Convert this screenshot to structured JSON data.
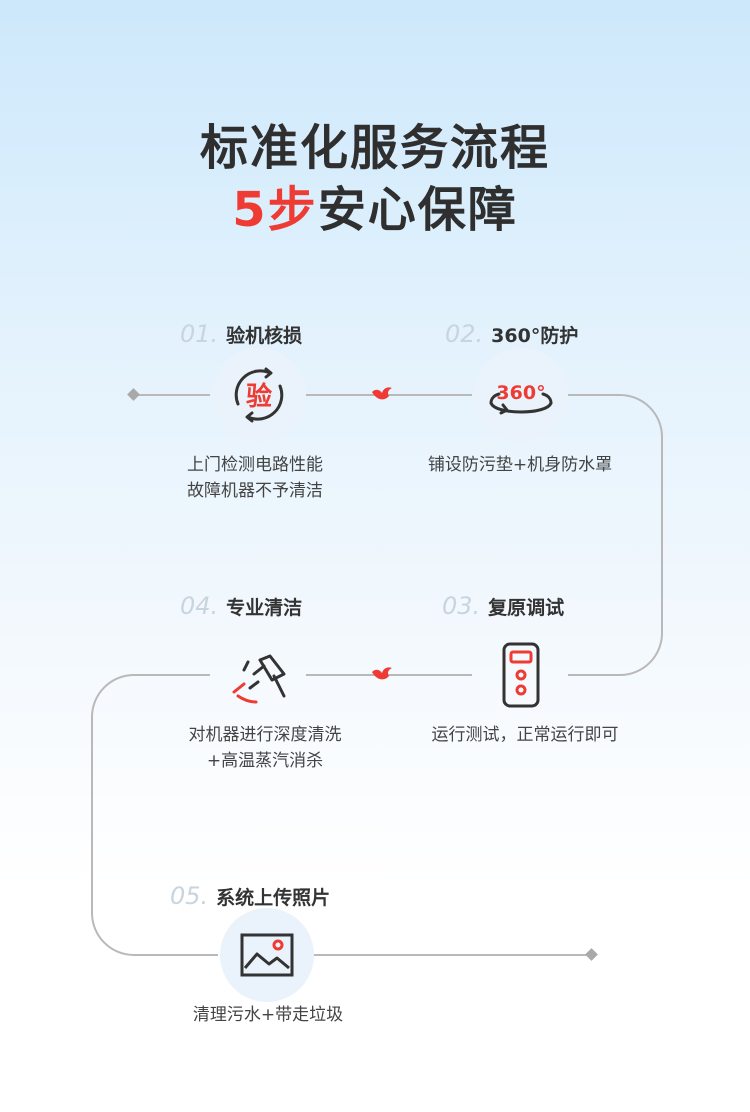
{
  "header": {
    "title_line1": "标准化服务流程",
    "title_line2_accent": "5步",
    "title_line2_rest": "安心保障"
  },
  "colors": {
    "accent": "#ee3b34",
    "line": "#b9b9b9",
    "text": "#333333"
  },
  "steps": [
    {
      "num": "01.",
      "label": "验机核损",
      "icon": "inspect-icon",
      "icon_text": "验",
      "desc_line1": "上门检测电路性能",
      "desc_line2": "故障机器不予清洁"
    },
    {
      "num": "02.",
      "label": "360°防护",
      "icon": "360-protect-icon",
      "icon_text": "360°",
      "desc_line1": "铺设防污垫+机身防水罩",
      "desc_line2": ""
    },
    {
      "num": "03.",
      "label": "复原调试",
      "icon": "remote-control-icon",
      "desc_line1": "运行测试，正常运行即可",
      "desc_line2": ""
    },
    {
      "num": "04.",
      "label": "专业清洁",
      "icon": "spray-clean-icon",
      "desc_line1": "对机器进行深度清洗",
      "desc_line2": "+高温蒸汽消杀"
    },
    {
      "num": "05.",
      "label": "系统上传照片",
      "icon": "photo-icon",
      "desc_line1": "清理污水+带走垃圾",
      "desc_line2": ""
    }
  ]
}
